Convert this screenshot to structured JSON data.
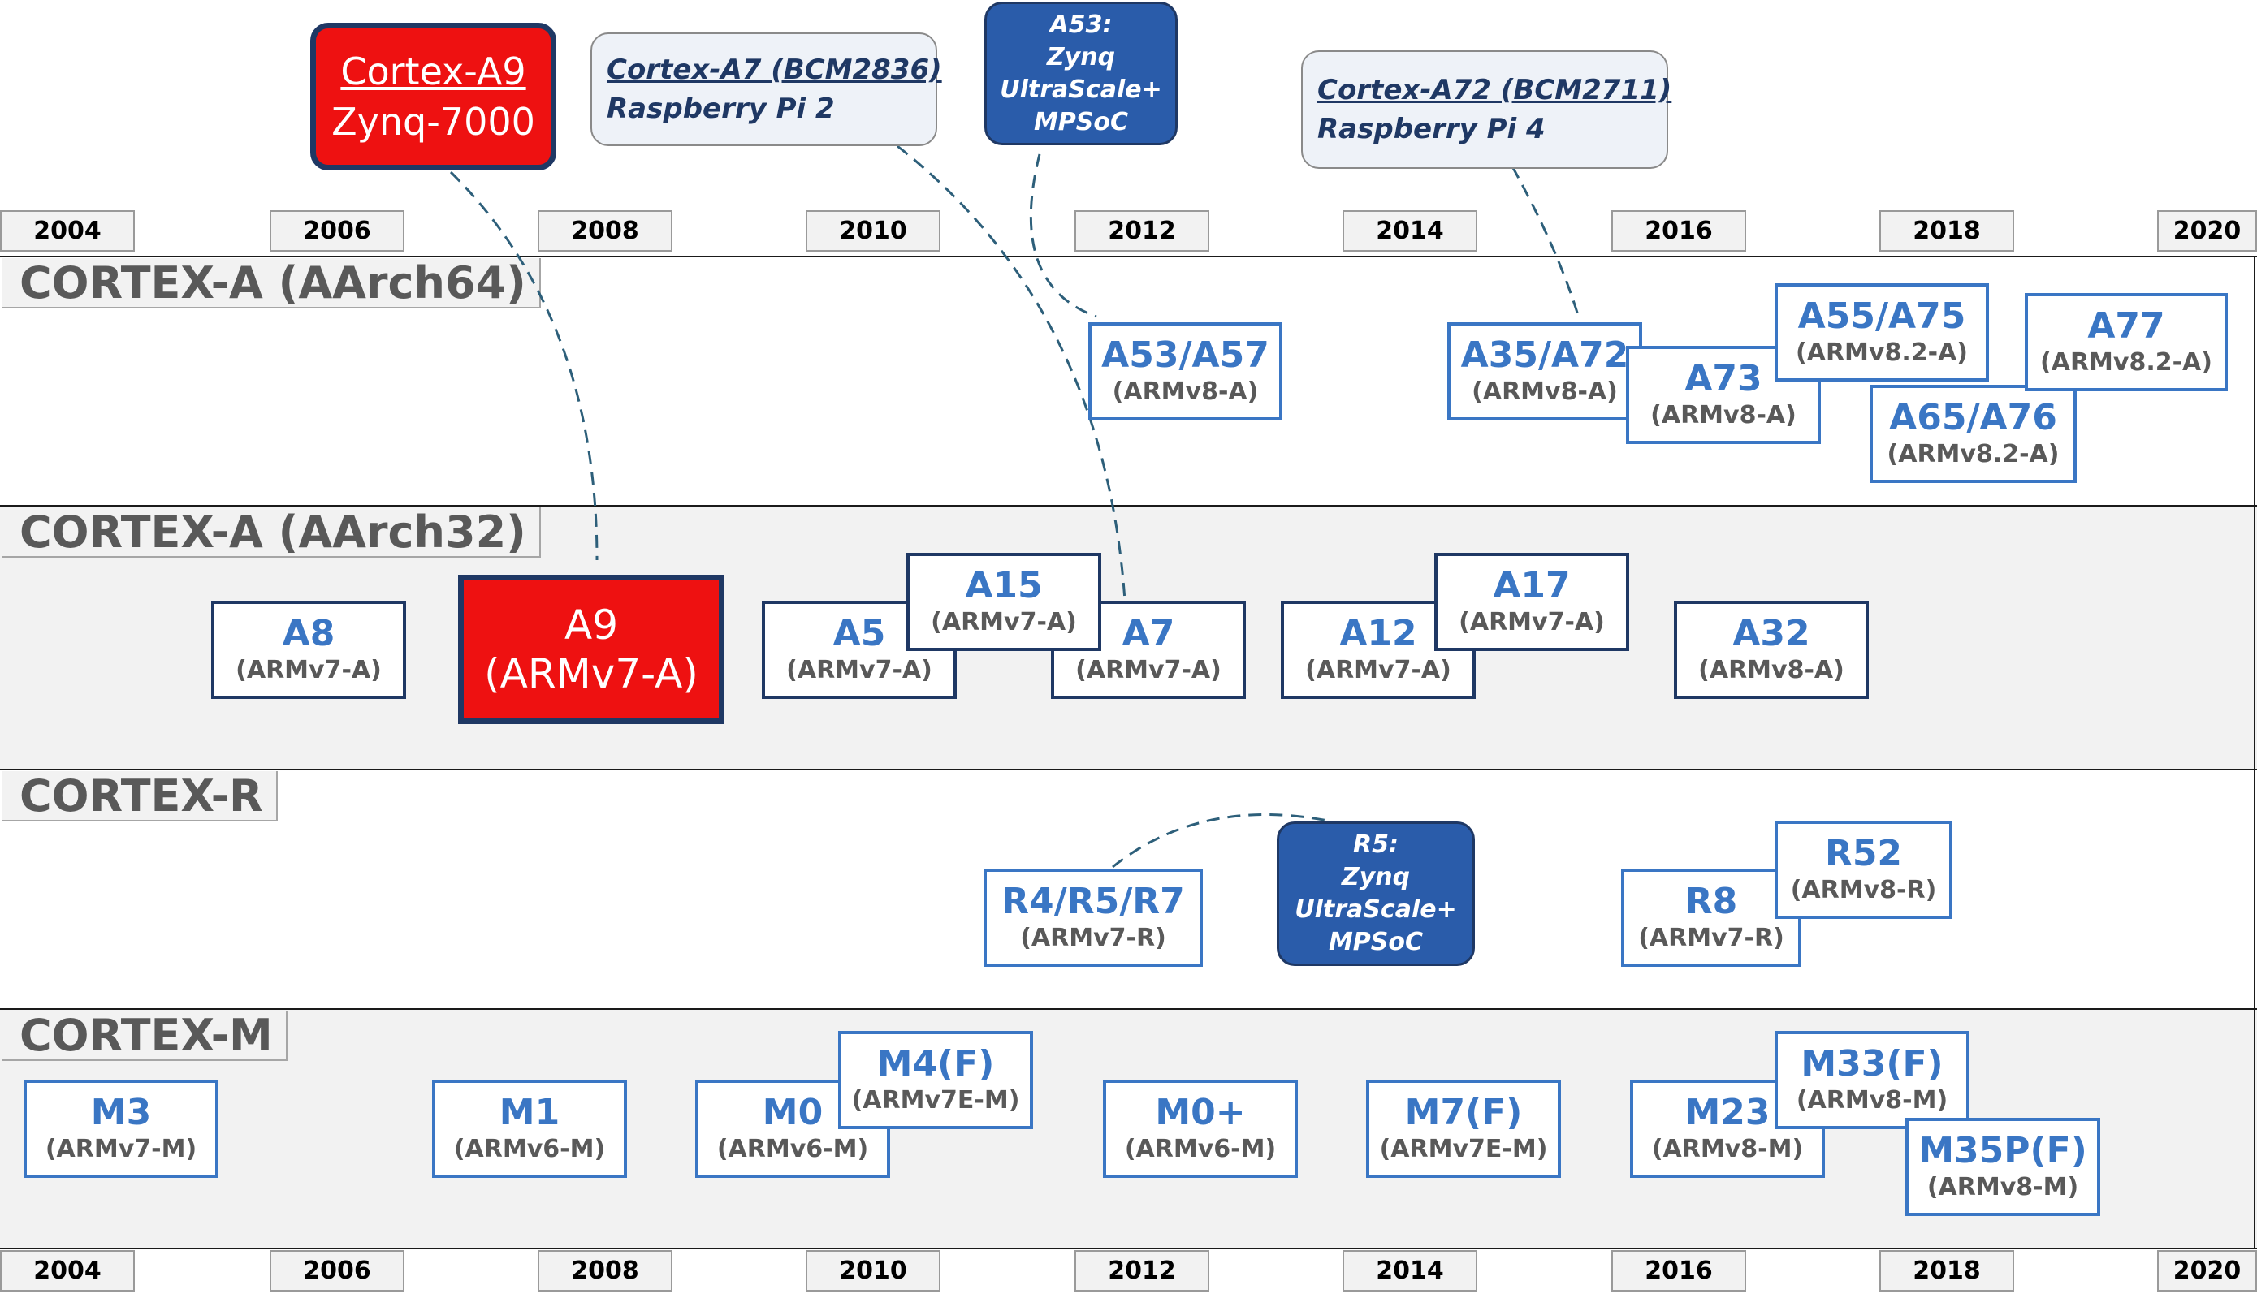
{
  "years": [
    "2004",
    "2006",
    "2008",
    "2010",
    "2012",
    "2014",
    "2016",
    "2018",
    "2020"
  ],
  "bands": {
    "a64": "CORTEX-A (AArch64)",
    "a32": "CORTEX-A (AArch32)",
    "r": "CORTEX-R",
    "m": "CORTEX-M"
  },
  "callouts": {
    "a9": {
      "line1": "Cortex-A9",
      "line2": "Zynq-7000"
    },
    "a7": {
      "line1": "Cortex-A7 (BCM2836)",
      "line2": "Raspberry Pi 2"
    },
    "a53": {
      "line1": "A53:",
      "line2": "Zynq",
      "line3": "UltraScale+",
      "line4": "MPSoC"
    },
    "a72": {
      "line1": "Cortex-A72 (BCM2711)",
      "line2": "Raspberry Pi 4"
    },
    "r5": {
      "line1": "R5:",
      "line2": "Zynq",
      "line3": "UltraScale+",
      "line4": "MPSoC"
    }
  },
  "cores": {
    "a53a57": {
      "name": "A53/A57",
      "arch": "(ARMv8-A)"
    },
    "a35a72": {
      "name": "A35/A72",
      "arch": "(ARMv8-A)"
    },
    "a73": {
      "name": "A73",
      "arch": "(ARMv8-A)"
    },
    "a55a75": {
      "name": "A55/A75",
      "arch": "(ARMv8.2-A)"
    },
    "a65a76": {
      "name": "A65/A76",
      "arch": "(ARMv8.2-A)"
    },
    "a77": {
      "name": "A77",
      "arch": "(ARMv8.2-A)"
    },
    "a8": {
      "name": "A8",
      "arch": "(ARMv7-A)"
    },
    "a9": {
      "name": "A9",
      "arch": "(ARMv7-A)"
    },
    "a5": {
      "name": "A5",
      "arch": "(ARMv7-A)"
    },
    "a15": {
      "name": "A15",
      "arch": "(ARMv7-A)"
    },
    "a7": {
      "name": "A7",
      "arch": "(ARMv7-A)"
    },
    "a12": {
      "name": "A12",
      "arch": "(ARMv7-A)"
    },
    "a17": {
      "name": "A17",
      "arch": "(ARMv7-A)"
    },
    "a32": {
      "name": "A32",
      "arch": "(ARMv8-A)"
    },
    "r4r5r7": {
      "name": "R4/R5/R7",
      "arch": "(ARMv7-R)"
    },
    "r8": {
      "name": "R8",
      "arch": "(ARMv7-R)"
    },
    "r52": {
      "name": "R52",
      "arch": "(ARMv8-R)"
    },
    "m3": {
      "name": "M3",
      "arch": "(ARMv7-M)"
    },
    "m1": {
      "name": "M1",
      "arch": "(ARMv6-M)"
    },
    "m0": {
      "name": "M0",
      "arch": "(ARMv6-M)"
    },
    "m4f": {
      "name": "M4(F)",
      "arch": "(ARMv7E-M)"
    },
    "m0plus": {
      "name": "M0+",
      "arch": "(ARMv6-M)"
    },
    "m7f": {
      "name": "M7(F)",
      "arch": "(ARMv7E-M)"
    },
    "m23": {
      "name": "M23",
      "arch": "(ARMv8-M)"
    },
    "m33f": {
      "name": "M33(F)",
      "arch": "(ARMv8-M)"
    },
    "m35pf": {
      "name": "M35P(F)",
      "arch": "(ARMv8-M)"
    }
  },
  "colors": {
    "core_blue": "#3a76c4",
    "navy": "#1f3864",
    "highlight_red": "#ee1111",
    "dark_callout": "#2a5caa",
    "band_shade": "#f2f2f2"
  }
}
